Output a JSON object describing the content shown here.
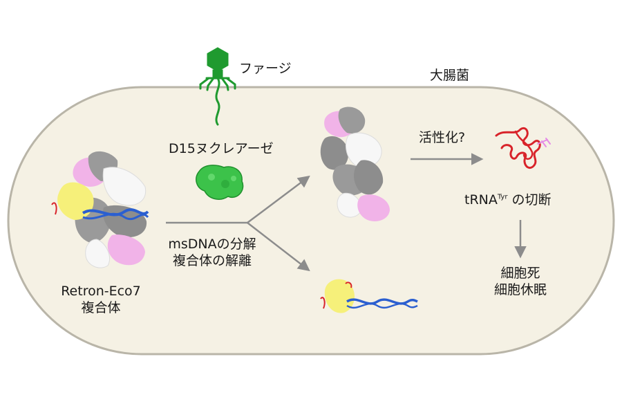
{
  "labels": {
    "cell": "大腸菌",
    "phage": "ファージ",
    "nuclease": "D15ヌクレアーゼ",
    "complex_name": "Retron-Eco7",
    "complex_word": "複合体",
    "step_degradation": "msDNAの分解",
    "step_dissociation": "複合体の解離",
    "activation": "活性化?",
    "trna_prefix": "tRNA",
    "trna_sup": "Tyr",
    "trna_suffix": " の切断",
    "outcome_death": "細胞死",
    "outcome_dormancy": "細胞休眠"
  },
  "colors": {
    "cell_fill": "#f5f1e4",
    "cell_border": "#b9b5a8",
    "phage": "#1f9a2f",
    "nuclease": "#3cc24a",
    "arrow": "#8c8c8c",
    "protein_gray": "#9a9a9a",
    "protein_white": "#f7f7f7",
    "protein_pink": "#f1b3e8",
    "protein_yellow": "#f6f07a",
    "dna_blue": "#2b5fd0",
    "trna_red": "#d8232a",
    "trna_pink": "#e58be6"
  }
}
